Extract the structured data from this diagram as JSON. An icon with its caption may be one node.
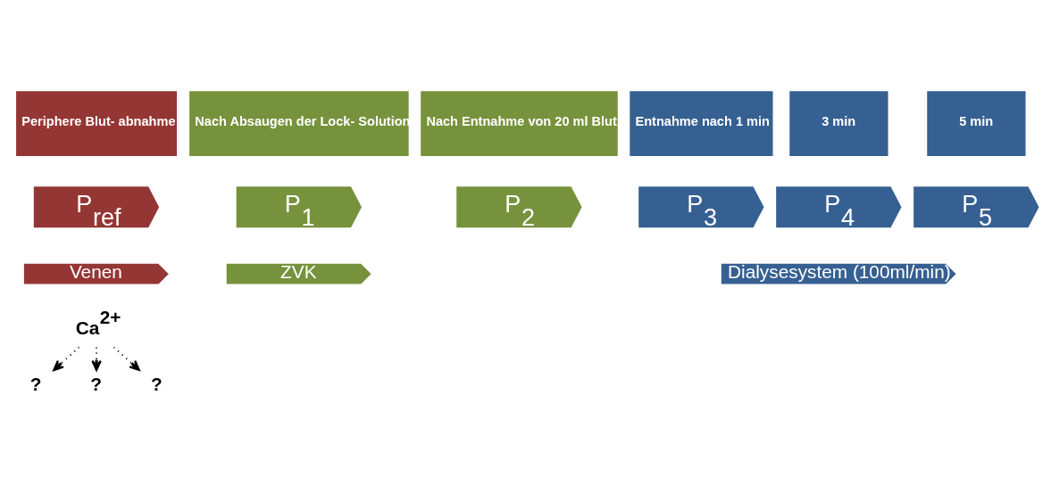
{
  "diagram": {
    "nodes": [
      {
        "text": [
          "Periphere Blut- abnahme"
        ]
      },
      {
        "text": [
          "Nach Absaugen der Lock- Solution"
        ]
      },
      {
        "text": [
          "Nach Entnahme von 20 ml Blut"
        ]
      },
      {
        "text": [
          "Entnahme nach 1 min"
        ]
      },
      {
        "text": [
          "3 min"
        ]
      },
      {
        "text": [
          "5 min"
        ]
      },
      {
        "text": [
          "P$_{ref}$"
        ]
      },
      {
        "text": [
          "P$_{1}$"
        ]
      },
      {
        "text": [
          "P$_{2}$"
        ]
      },
      {
        "text": [
          "P$_{3}$"
        ]
      },
      {
        "text": [
          "P$_{4}$"
        ]
      },
      {
        "text": [
          "P$_{5}$"
        ]
      },
      {
        "text": [
          "Venen"
        ]
      },
      {
        "text": [
          "ZVK"
        ]
      },
      {
        "text": [
          "Dialysesystem (100ml/min)"
        ]
      },
      {
        "text": [
          "Ca$^{2+}$"
        ]
      },
      {
        "text": [
          "?"
        ]
      },
      {
        "text": [
          "?"
        ]
      },
      {
        "text": [
          "?"
        ]
      }
    ],
    "edges": [
      {
        "from": 15,
        "to": 16,
        "arrow": "to",
        "style": "dashed"
      },
      {
        "from": 15,
        "to": 17,
        "arrow": "to",
        "style": "dashed"
      },
      {
        "from": 15,
        "to": 18,
        "arrow": "to",
        "style": "dashed"
      }
    ]
  }
}
